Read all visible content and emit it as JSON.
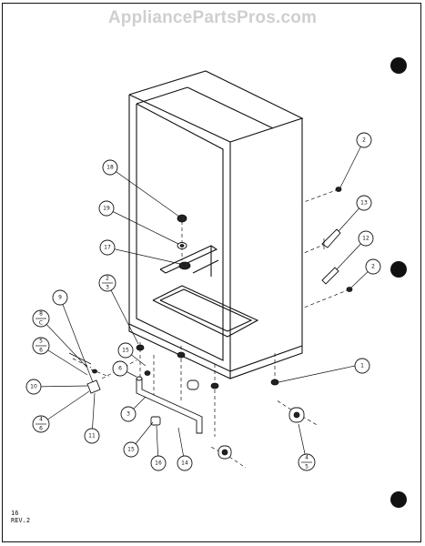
{
  "watermark": "AppliancePartsPros.com",
  "footer": {
    "line1": "16",
    "line2": "REV.2"
  },
  "callouts": [
    {
      "id": "c2a",
      "label": "2"
    },
    {
      "id": "c13",
      "label": "13"
    },
    {
      "id": "c12",
      "label": "12"
    },
    {
      "id": "c2b",
      "label": "2"
    },
    {
      "id": "c1",
      "label": "1"
    },
    {
      "id": "c18",
      "label": "18"
    },
    {
      "id": "c19",
      "label": "19"
    },
    {
      "id": "c17",
      "label": "17"
    },
    {
      "id": "c2_3",
      "top": "2",
      "bottom": "3"
    },
    {
      "id": "c9",
      "label": "9"
    },
    {
      "id": "c8_c",
      "top": "8",
      "bottom": "C"
    },
    {
      "id": "c5_6",
      "top": "5",
      "bottom": "6"
    },
    {
      "id": "c15a",
      "label": "15"
    },
    {
      "id": "c6",
      "label": "6"
    },
    {
      "id": "c10",
      "label": "10"
    },
    {
      "id": "c4_6",
      "top": "4",
      "bottom": "6"
    },
    {
      "id": "c3",
      "label": "3"
    },
    {
      "id": "c11",
      "label": "11"
    },
    {
      "id": "c15b",
      "label": "15"
    },
    {
      "id": "c16",
      "label": "16"
    },
    {
      "id": "c14",
      "label": "14"
    },
    {
      "id": "c4_5",
      "top": "4",
      "bottom": "5"
    }
  ]
}
